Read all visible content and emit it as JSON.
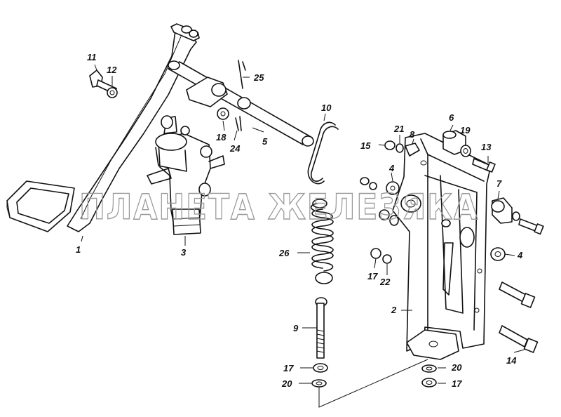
{
  "watermark": "ПЛАНЕТА ЖЕЛЕЗЯКА",
  "callouts": {
    "c1": "1",
    "c2": "2",
    "c3": "3",
    "c4a": "4",
    "c4b": "4",
    "c5": "5",
    "c6": "6",
    "c7": "7",
    "c8": "8",
    "c9": "9",
    "c10": "10",
    "c11": "11",
    "c12": "12",
    "c13": "13",
    "c14": "14",
    "c15": "15",
    "c17a": "17",
    "c17b": "17",
    "c17c": "17",
    "c18": "18",
    "c19": "19",
    "c20a": "20",
    "c20b": "20",
    "c21": "21",
    "c22": "22",
    "c24": "24",
    "c25": "25",
    "c26": "26"
  }
}
